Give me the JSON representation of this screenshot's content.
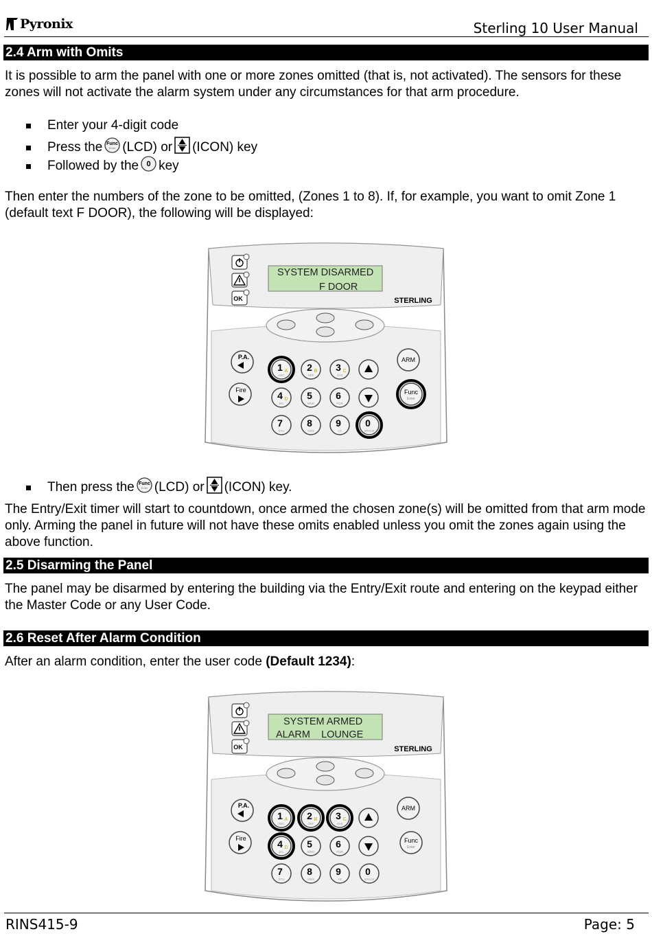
{
  "header": {
    "logo_text": "Pyronix",
    "title": "Sterling 10 User Manual"
  },
  "sections": {
    "arm_omits": {
      "heading": "2.4 Arm with Omits",
      "intro": "It is possible to arm the panel with one or more zones omitted (that is, not activated). The sensors for these zones will not activate the alarm system under any circumstances for that arm procedure.",
      "bullets": {
        "b1": "Enter your 4-digit code",
        "b2_pre": "Press the",
        "b2_mid": "(LCD) or",
        "b2_post": "(ICON) key",
        "b3_pre": "Followed by the",
        "b3_post": "key"
      },
      "zones_text": "Then enter the numbers of the zone to be omitted, (Zones 1 to 8). If, for example, you want to omit Zone 1 (default text F DOOR), the following will be displayed:",
      "then_pre": "Then press the",
      "then_mid": "(LCD) or",
      "then_post": "(ICON) key.",
      "entry_exit_text": "The Entry/Exit timer will start to countdown, once armed the chosen zone(s) will be omitted from that arm mode only. Arming the panel in future will not have these omits enabled unless you omit the zones again using the above function."
    },
    "disarming": {
      "heading": "2.5 Disarming the Panel",
      "text": "The panel may be disarmed by entering the building via the Entry/Exit route and entering on the keypad either the Master Code or any User Code."
    },
    "reset": {
      "heading": "2.6 Reset After Alarm Condition",
      "text_pre": "After an alarm condition, enter the user code ",
      "text_bold": "(Default 1234)",
      "text_post": ":"
    }
  },
  "inline_keys": {
    "func_label": "Func",
    "func_sub": "Enter",
    "zero_label": "0"
  },
  "keypad_common": {
    "brand": "STERLING",
    "ok_label": "OK",
    "pa_label": "P.A.",
    "fire_label": "Fire",
    "arm_label": "ARM",
    "func_label": "Func",
    "func_sub": "Enter",
    "digits": [
      "1",
      "2",
      "3",
      "4",
      "5",
      "6",
      "7",
      "8",
      "9",
      "0"
    ],
    "digit_letters": [
      "A",
      "B",
      "C",
      "D",
      "",
      "",
      "",
      "",
      "",
      ""
    ],
    "digit_subs": [
      "ABC",
      "DEF",
      "GHI",
      "JKL",
      "MNO",
      "PQR",
      "STU",
      "VWX",
      "YZ",
      "SPACE"
    ]
  },
  "keypad_1": {
    "lcd_line1": "SYSTEM DISARMED",
    "lcd_line2": "F DOOR",
    "highlighted": [
      "1",
      "0",
      "func"
    ]
  },
  "keypad_2": {
    "lcd_line1": "SYSTEM ARMED",
    "lcd_line2": "ALARM    LOUNGE",
    "highlighted": [
      "1",
      "2",
      "3",
      "4"
    ]
  },
  "footer": {
    "doc_id": "RINS415-9",
    "page": "Page: 5"
  },
  "colors": {
    "section_bar": "#000000",
    "lcd_green": "#c4e3b4",
    "panel_grey": "#eeefee"
  }
}
